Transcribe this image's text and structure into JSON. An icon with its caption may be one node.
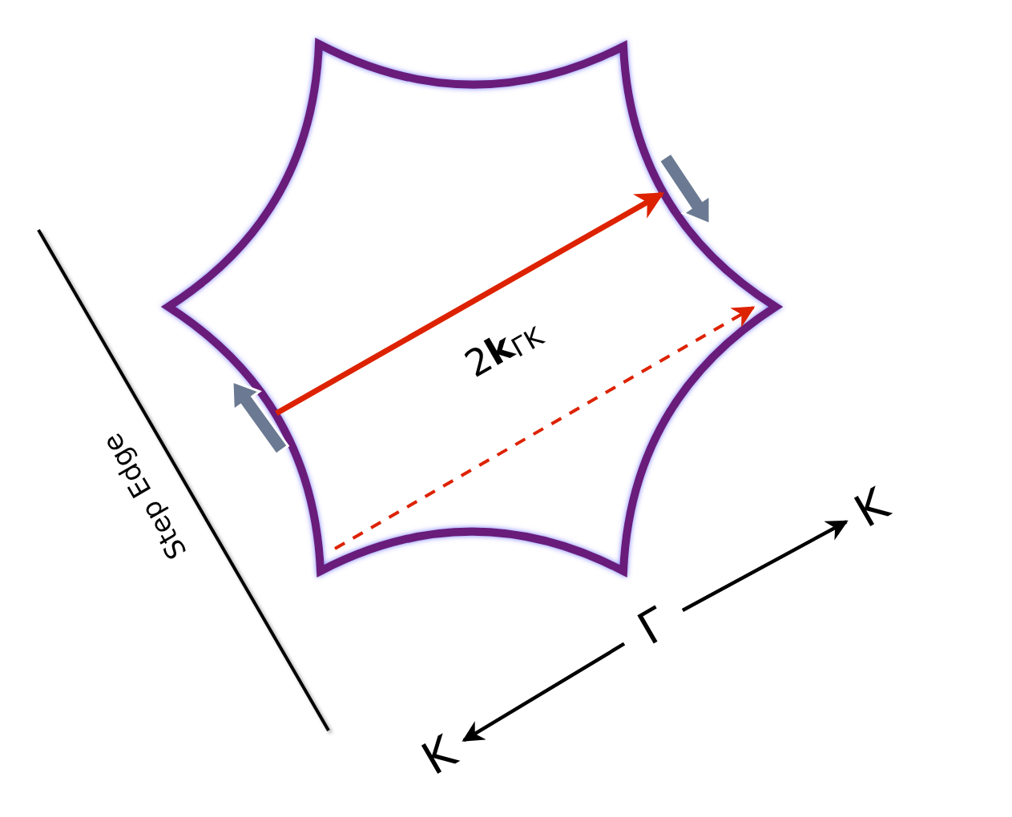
{
  "diagram": {
    "nodes": [
      {
        "text": [
          "Γ"
        ]
      },
      {
        "text": [
          "K"
        ]
      },
      {
        "text": [
          "K"
        ]
      }
    ],
    "edges": [
      {
        "from": 0,
        "to": 1,
        "arrow": "to"
      },
      {
        "from": 0,
        "to": 2,
        "arrow": "to"
      }
    ],
    "labels": [
      "2**k**$_{ΓK}$",
      "Step Edge"
    ]
  }
}
